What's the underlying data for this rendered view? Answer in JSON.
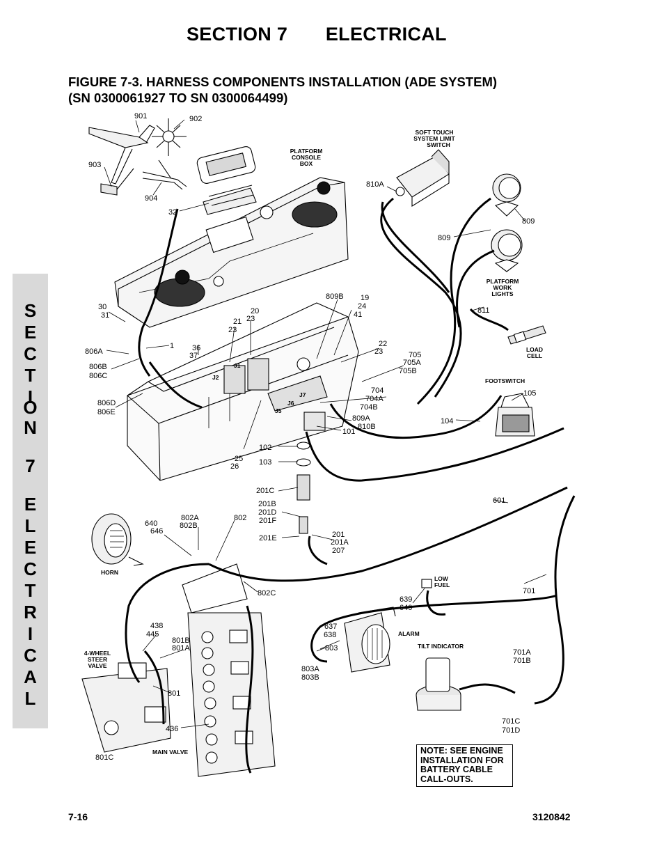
{
  "header": {
    "section": "SECTION 7",
    "title": "ELECTRICAL"
  },
  "figure": {
    "line1": "FIGURE 7-3. HARNESS COMPONENTS INSTALLATION (ADE SYSTEM)",
    "line2": "(SN 0300061927 TO SN 0300064499)"
  },
  "sidebar": {
    "letters": [
      "S",
      "E",
      "C",
      "T",
      "I",
      "O",
      "N",
      "7",
      "E",
      "L",
      "E",
      "C",
      "T",
      "R",
      "I",
      "C",
      "A",
      "L"
    ]
  },
  "captions": {
    "soft_touch": [
      "SOFT TOUCH",
      "SYSTEM LIMIT",
      "SWITCH"
    ],
    "console_box": [
      "PLATFORM",
      "CONSOLE",
      "BOX"
    ],
    "work_lights": [
      "PLATFORM",
      "WORK",
      "LIGHTS"
    ],
    "load_cell": [
      "LOAD",
      "CELL"
    ],
    "footswitch": "FOOTSWITCH",
    "horn": "HORN",
    "low_fuel": [
      "LOW",
      "FUEL"
    ],
    "alarm": "ALARM",
    "tilt_indicator": "TILT INDICATOR",
    "steer_valve": [
      "4-WHEEL",
      "STEER",
      "VALVE"
    ],
    "main_valve": "MAIN VALVE"
  },
  "callouts": {
    "c901": "901",
    "c902": "902",
    "c903": "903",
    "c904": "904",
    "c32": "32",
    "c810A": "810A",
    "c809a": "809",
    "c809b": "809",
    "c30": "30",
    "c31": "31",
    "c806A": "806A",
    "c1": "1",
    "c806B": "806B",
    "c806C": "806C",
    "c806D": "806D",
    "c806E": "806E",
    "c36": "36",
    "c37": "37",
    "c21": "21",
    "c23a": "23",
    "c20": "20",
    "c23b": "23",
    "c809B": "809B",
    "c19": "19",
    "c24": "24",
    "c41": "41",
    "c22": "22",
    "c23c": "23",
    "c811": "811",
    "c705": "705",
    "c705A": "705A",
    "c705B": "705B",
    "c704": "704",
    "c704A": "704A",
    "c704B": "704B",
    "c809A": "809A",
    "c810B": "810B",
    "c101": "101",
    "c105": "105",
    "c104": "104",
    "c102": "102",
    "c103": "103",
    "c25": "25",
    "c26": "26",
    "c201C": "201C",
    "c201B": "201B",
    "c201D": "201D",
    "c201F": "201F",
    "c201E": "201E",
    "c201": "201",
    "c201A": "201A",
    "c207": "207",
    "c601": "601",
    "c701": "701",
    "c640a": "640",
    "c646": "646",
    "c802A": "802A",
    "c802B": "802B",
    "c802": "802",
    "c802C": "802C",
    "c639": "639",
    "c640b": "640",
    "c637": "637",
    "c638": "638",
    "c803": "803",
    "c803A": "803A",
    "c803B": "803B",
    "c438": "438",
    "c445": "445",
    "c801B": "801B",
    "c801A": "801A",
    "c801": "801",
    "c436": "436",
    "c801C": "801C",
    "c701A": "701A",
    "c701B": "701B",
    "c701C": "701C",
    "c701D": "701D",
    "j1": "J1",
    "j2": "J2",
    "j5": "J5",
    "j6": "J6",
    "j7": "J7"
  },
  "note": {
    "lines": [
      "NOTE: SEE ENGINE",
      "INSTALLATION FOR",
      "BATTERY CABLE",
      "CALL-OUTS."
    ]
  },
  "footer": {
    "page": "7-16",
    "doc_number": "3120842"
  }
}
